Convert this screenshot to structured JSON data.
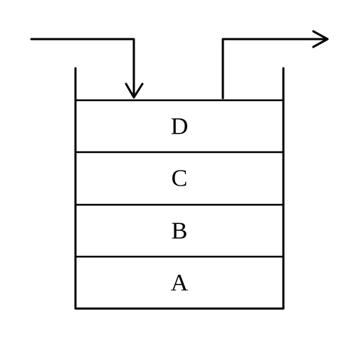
{
  "stack": {
    "cells_top_to_bottom": [
      {
        "label": "D"
      },
      {
        "label": "C"
      },
      {
        "label": "B"
      },
      {
        "label": "A"
      }
    ]
  },
  "arrows": {
    "push": {
      "direction": "in",
      "icon": "arrow-down-icon"
    },
    "pop": {
      "direction": "out",
      "icon": "arrow-right-icon"
    }
  },
  "colors": {
    "ink": "#000000",
    "background": "#ffffff"
  }
}
